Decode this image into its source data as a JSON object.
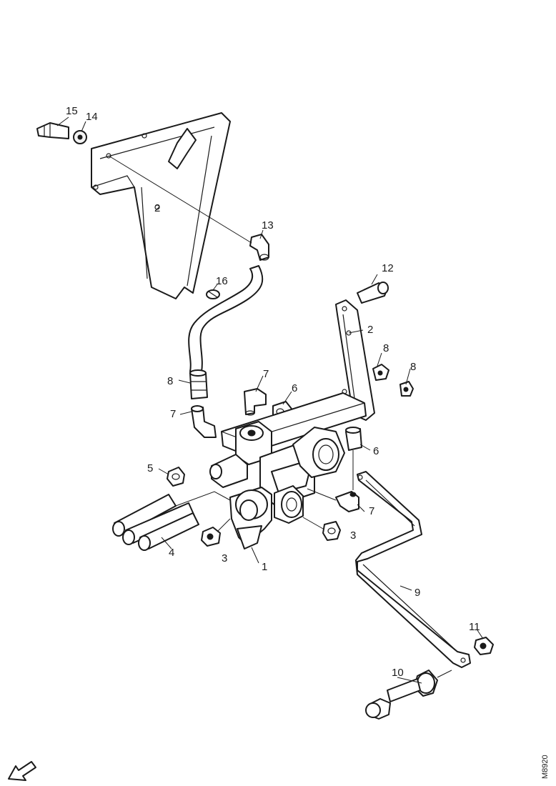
{
  "diagram": {
    "reference_code": "M8920",
    "callouts": {
      "c1": "1",
      "c2a": "2",
      "c2b": "2",
      "c3a": "3",
      "c3b": "3",
      "c4": "4",
      "c5": "5",
      "c6a": "6",
      "c6b": "6",
      "c7a": "7",
      "c7b": "7",
      "c7c": "7",
      "c8a": "8",
      "c8b": "8",
      "c8c": "8",
      "c9": "9",
      "c10": "10",
      "c11": "11",
      "c12": "12",
      "c13": "13",
      "c14": "14",
      "c15": "15",
      "c16": "16"
    }
  }
}
